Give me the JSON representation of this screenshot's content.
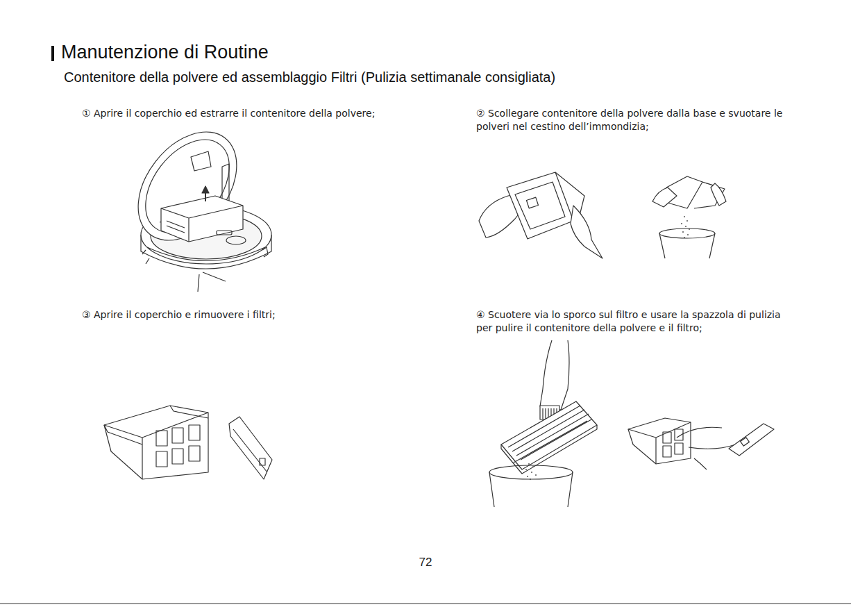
{
  "diagram": {
    "title": "Manutenzione di Routine",
    "labels": [
      "Contenitore della polvere ed assemblaggio Filtri (Pulizia settimanale consigliata)",
      "① Aprire il coperchio ed estrarre il contenitore della polvere;",
      "② Scollegare contenitore della polvere dalla base e svuotare le polveri nel cestino dell’immondizia;",
      "③ Aprire il coperchio e rimuovere i filtri;",
      "④ Scuotere via lo sporco sul filtro e usare la spazzola di pulizia per pulire il contenitore della polvere e il filtro;",
      "72"
    ]
  }
}
